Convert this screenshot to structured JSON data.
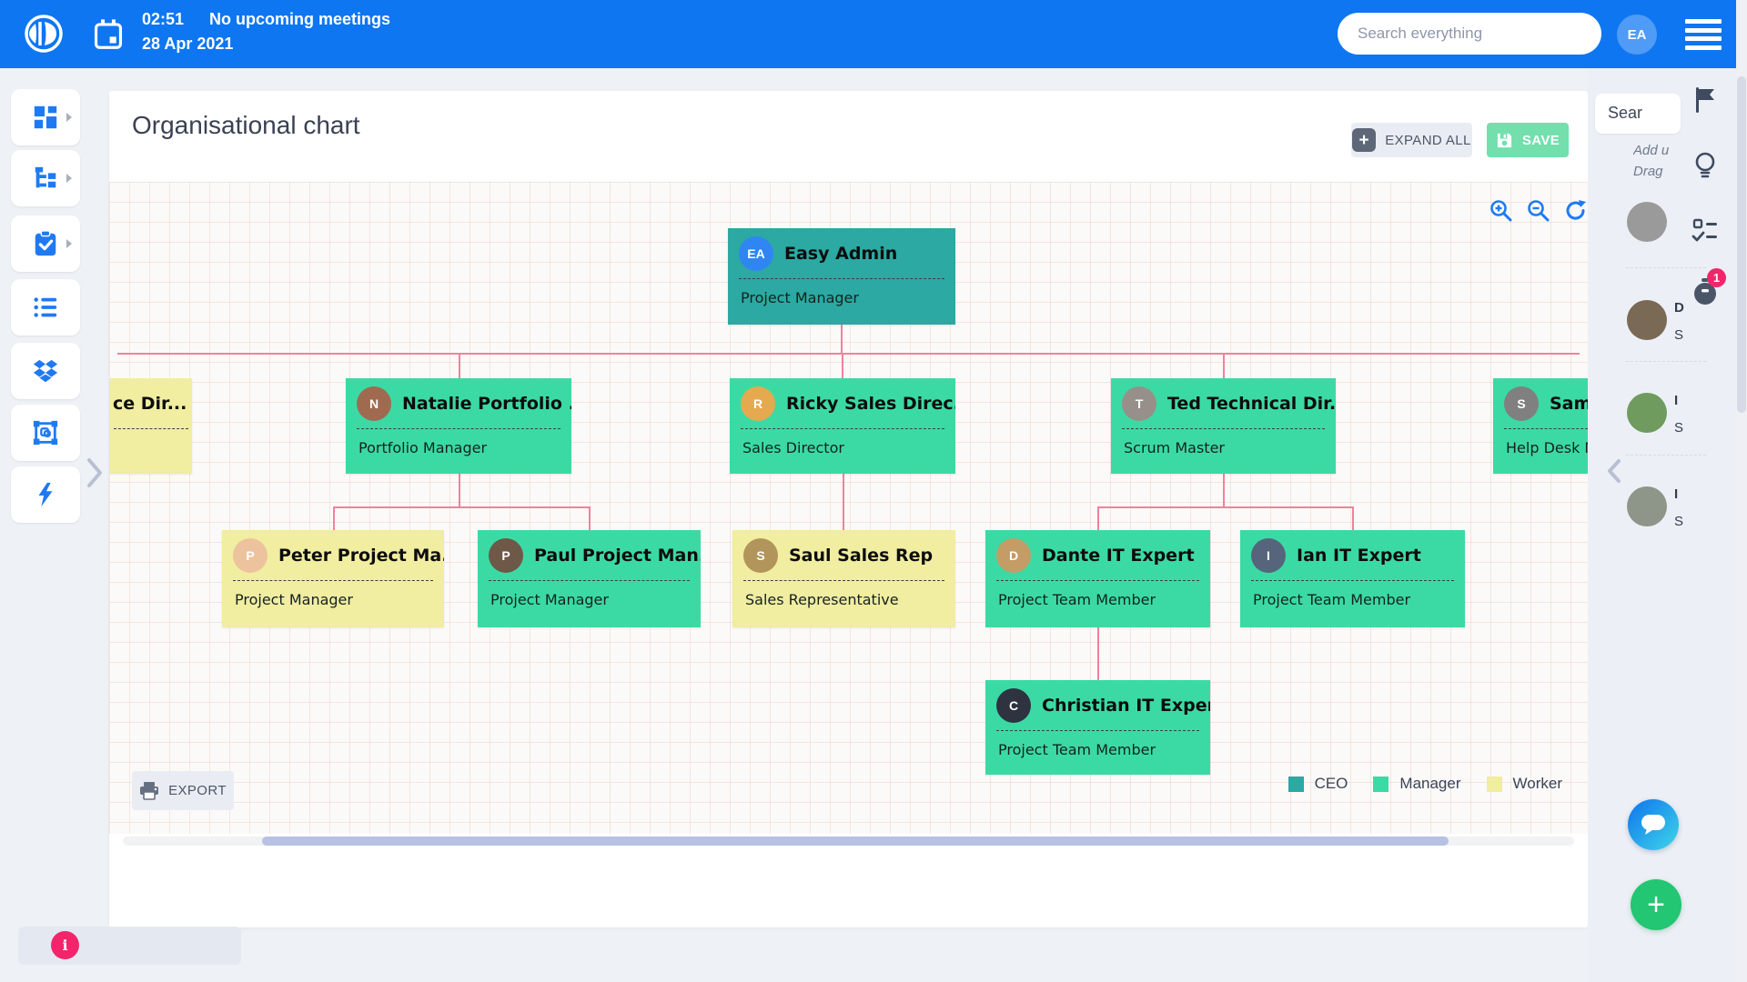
{
  "topbar": {
    "time": "02:51",
    "meeting_status": "No upcoming meetings",
    "date": "28 Apr 2021",
    "search_placeholder": "Search everything",
    "user_initials": "EA"
  },
  "sidebar": {
    "items": [
      {
        "icon": "dashboard-icon",
        "has_submenu": true
      },
      {
        "icon": "org-structure-icon",
        "has_submenu": true
      },
      {
        "icon": "tasks-clipboard-icon",
        "has_submenu": true
      },
      {
        "icon": "list-icon",
        "has_submenu": false
      },
      {
        "icon": "dropbox-icon",
        "has_submenu": false
      },
      {
        "icon": "artboard-icon",
        "has_submenu": false
      },
      {
        "icon": "quick-actions-icon",
        "has_submenu": false
      }
    ]
  },
  "panel": {
    "title": "Organisational chart",
    "expand_all_label": "EXPAND ALL",
    "expand_icon_glyph": "+",
    "save_label": "SAVE",
    "export_label": "EXPORT"
  },
  "legend": {
    "items": [
      {
        "label": "CEO",
        "color": "#2ba9a2"
      },
      {
        "label": "Manager",
        "color": "#3bdaa5"
      },
      {
        "label": "Worker",
        "color": "#f1eda1"
      }
    ]
  },
  "org": {
    "connector_color": "#f2819c",
    "nodes": [
      {
        "name": "Easy Admin",
        "role": "Project Manager",
        "level": "ceo",
        "initials": "EA",
        "avatar_color": "#2f86f3",
        "reports_to": null
      },
      {
        "name": "ce Dir...",
        "role": "",
        "level": "worker",
        "initials": "",
        "avatar_color": "",
        "reports_to": "Easy Admin"
      },
      {
        "name": "Natalie Portfolio ...",
        "role": "Portfolio Manager",
        "level": "manager",
        "initials": "N",
        "avatar_color": "#a06a50",
        "reports_to": "Easy Admin"
      },
      {
        "name": "Ricky Sales Direc...",
        "role": "Sales Director",
        "level": "manager",
        "initials": "R",
        "avatar_color": "#e5a94f",
        "reports_to": "Easy Admin"
      },
      {
        "name": "Ted Technical Dir...",
        "role": "Scrum Master",
        "level": "manager",
        "initials": "T",
        "avatar_color": "#97908a",
        "reports_to": "Easy Admin"
      },
      {
        "name": "Sam S",
        "role": "Help Desk M",
        "level": "manager",
        "initials": "S",
        "avatar_color": "#808080",
        "reports_to": "Easy Admin"
      },
      {
        "name": "Peter Project Ma...",
        "role": "Project Manager",
        "level": "worker",
        "initials": "P",
        "avatar_color": "#edc39e",
        "reports_to": "Natalie Portfolio ..."
      },
      {
        "name": "Paul Project Man...",
        "role": "Project Manager",
        "level": "manager",
        "initials": "P",
        "avatar_color": "#6e5848",
        "reports_to": "Natalie Portfolio ..."
      },
      {
        "name": "Saul Sales Rep",
        "role": "Sales Representative",
        "level": "worker",
        "initials": "S",
        "avatar_color": "#b2955b",
        "reports_to": "Ricky Sales Direc..."
      },
      {
        "name": "Dante IT Expert",
        "role": "Project Team Member",
        "level": "manager",
        "initials": "D",
        "avatar_color": "#c49c66",
        "reports_to": "Ted Technical Dir..."
      },
      {
        "name": "Ian IT Expert",
        "role": "Project Team Member",
        "level": "manager",
        "initials": "I",
        "avatar_color": "#56657b",
        "reports_to": "Ted Technical Dir..."
      },
      {
        "name": "Christian IT Expert",
        "role": "Project Team Member",
        "level": "manager",
        "initials": "C",
        "avatar_color": "#2e333f",
        "reports_to": "Dante IT Expert"
      }
    ]
  },
  "right_rail": {
    "search_fragment": "Sear",
    "hint_line1": "Add u",
    "hint_line2": "Drag",
    "badge_count": "1",
    "members": [
      {
        "line1": "",
        "line2": "",
        "avatar_color": "#9a9a9a"
      },
      {
        "line1": "D",
        "line2": "S",
        "avatar_color": "#7a6a55"
      },
      {
        "line1": "I",
        "line2": "S",
        "avatar_color": "#6f9b5f"
      },
      {
        "line1": "I",
        "line2": "S",
        "avatar_color": "#8e9689"
      }
    ]
  },
  "fabs": {
    "plus_glyph": "+",
    "info_glyph": "i",
    "chat_color_start": "#0e74ee",
    "chat_color_end": "#3fd6e8",
    "plus_color": "#23c672"
  }
}
